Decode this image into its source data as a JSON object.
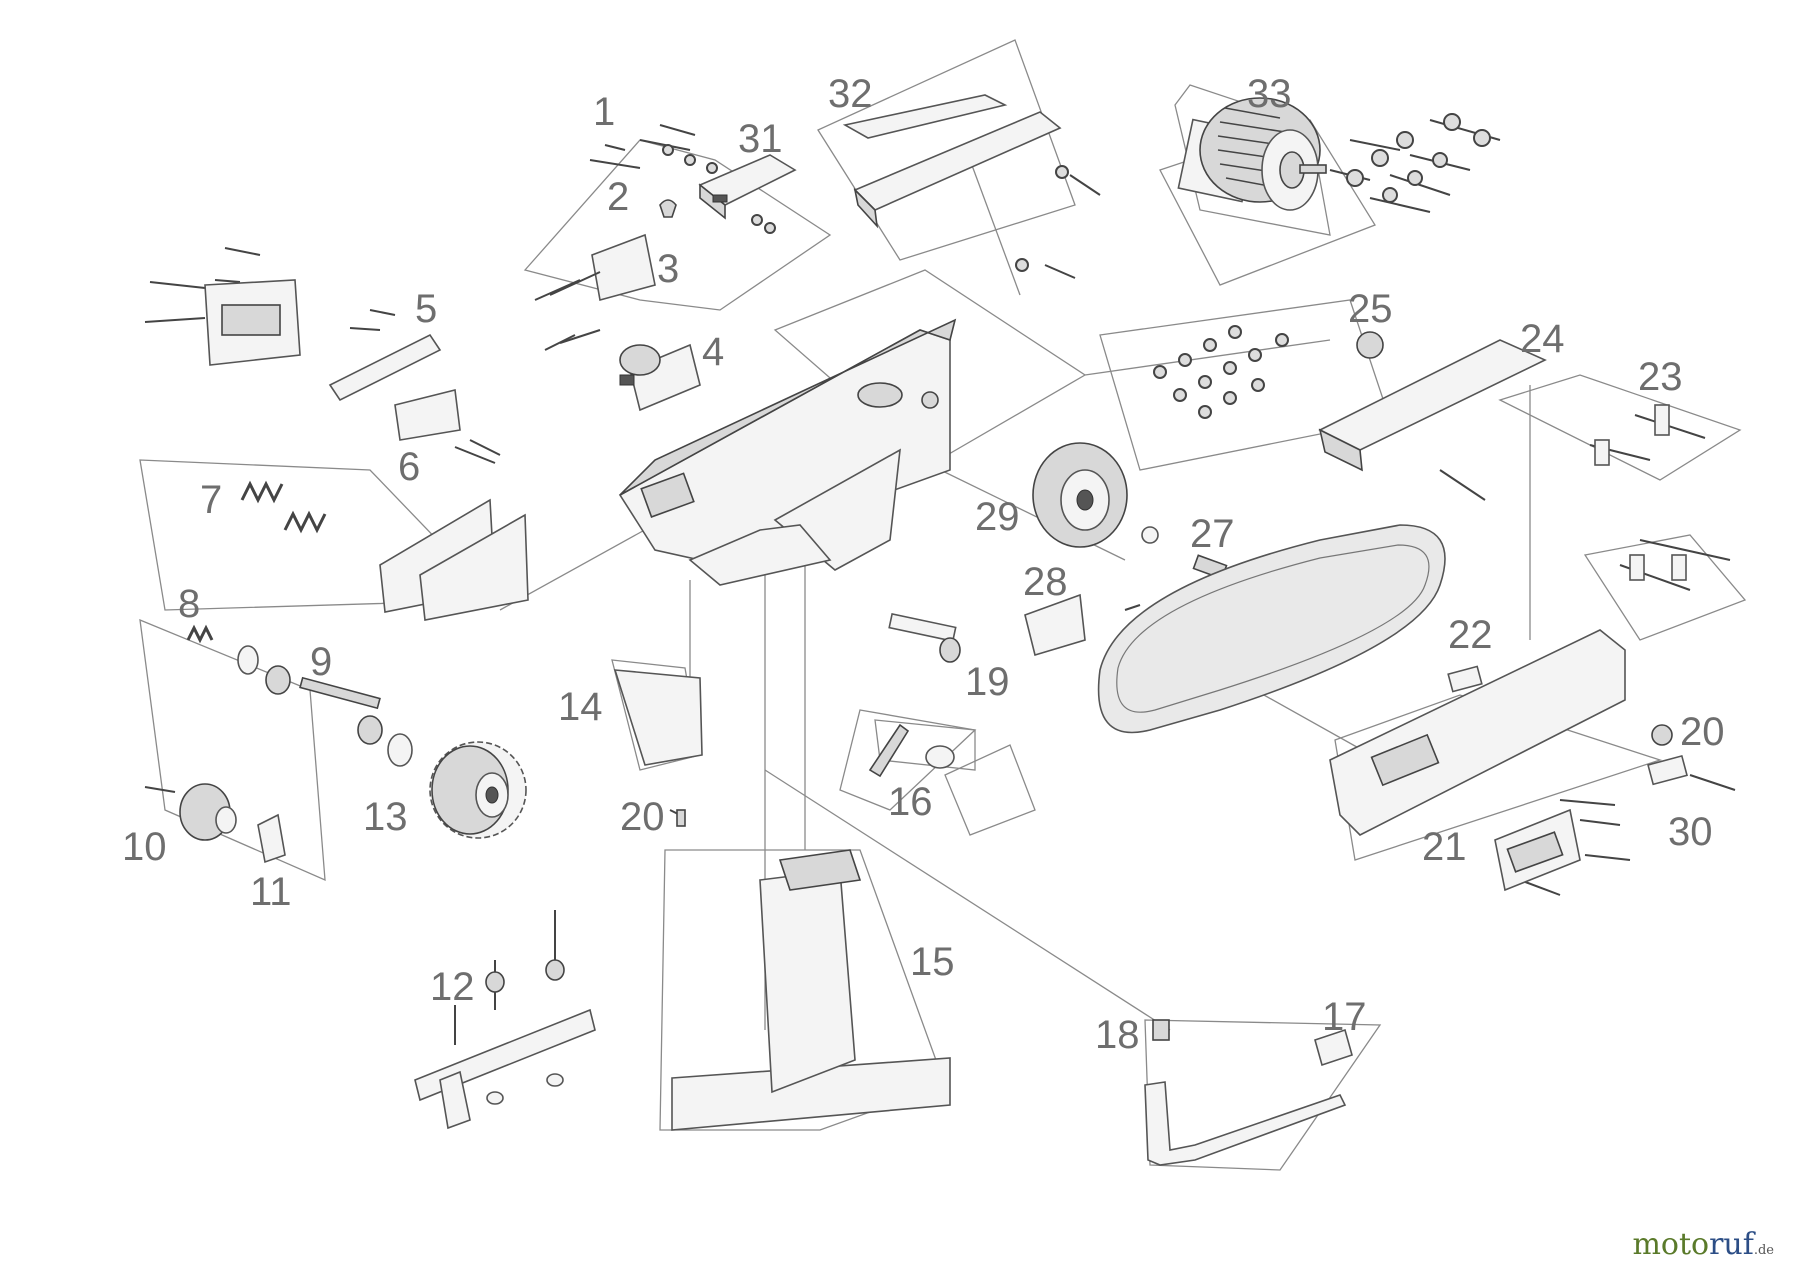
{
  "labels": [
    "1",
    "2",
    "3",
    "4",
    "5",
    "6",
    "7",
    "8",
    "9",
    "10",
    "11",
    "12",
    "13",
    "14",
    "15",
    "16",
    "17",
    "18",
    "19",
    "20",
    "20",
    "21",
    "22",
    "23",
    "24",
    "25",
    "27",
    "28",
    "29",
    "30",
    "31",
    "32",
    "33"
  ],
  "logo": {
    "part1": "moto",
    "part2": "ruf",
    "suffix": ".de"
  }
}
